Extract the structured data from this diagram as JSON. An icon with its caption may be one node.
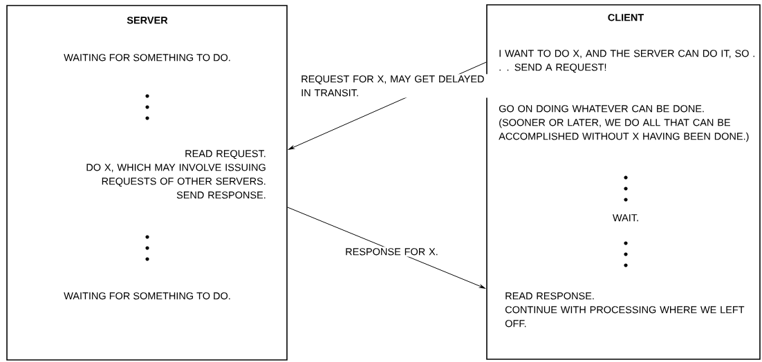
{
  "diagram": {
    "nodes": [
      {
        "text": [
          "SERVER",
          "WAITING FOR SOMETHING TO DO.",
          "READ REQUEST.",
          "DO X, WHICH MAY INVOLVE ISSUING REQUESTS OF OTHER SERVERS.",
          "SEND RESPONSE.",
          "WAITING FOR SOMETHING TO DO."
        ]
      },
      {
        "text": [
          "CLIENT",
          "I WANT TO DO X, AND THE SERVER CAN DO IT, SO . . . SEND A REQUEST!",
          "GO ON DOING WHATEVER CAN BE DONE. (SOONER OR LATER, WE DO ALL THAT CAN BE ACCOMPLISHED WITHOUT X HAVING BEEN DONE.)",
          "WAIT.",
          "READ RESPONSE.",
          "CONTINUE WITH PROCESSING WHERE WE LEFT OFF."
        ]
      }
    ],
    "edges": [
      {
        "from": 1,
        "to": 0,
        "arrow": "to",
        "label": "REQUEST FOR X, MAY GET DELAYED IN TRANSIT."
      },
      {
        "from": 0,
        "to": 1,
        "arrow": "to",
        "label": "RESPONSE FOR X."
      }
    ]
  }
}
